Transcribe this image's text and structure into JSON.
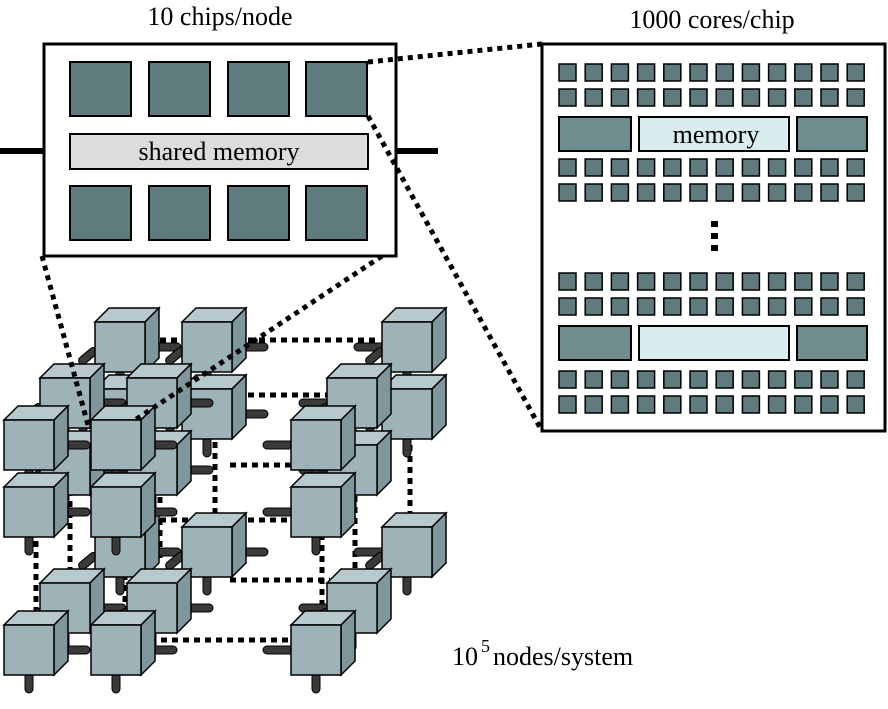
{
  "labels": {
    "node_title": "10 chips/node",
    "chip_title": "1000 cores/chip",
    "shared_memory": "shared memory",
    "chip_memory": "memory",
    "system_base": "10",
    "system_exponent": "5",
    "system_unit": "nodes/system"
  },
  "colors": {
    "chip_fill": "#5f7b7e",
    "core_fill": "#5f7b7e",
    "bank_fill": "#6f8c8e",
    "memory_fill": "#dcdcdc",
    "chip_memory_fill": "#d9ecee",
    "cube_front": "#9db3b8",
    "cube_top": "#b7c9cd",
    "cube_side": "#7f979c",
    "link_fill": "#3a3a3a"
  }
}
